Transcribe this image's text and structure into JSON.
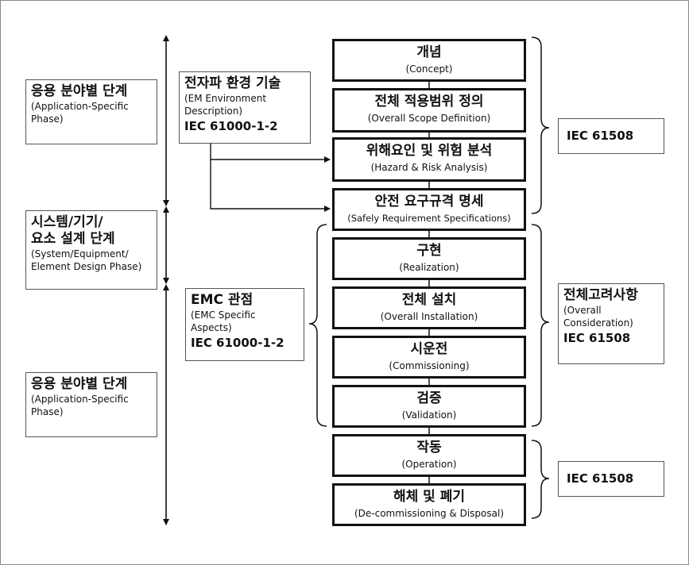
{
  "left_phases": [
    {
      "ko": "응용 분야별 단계",
      "en": [
        "(Application-Specific",
        "Phase)"
      ]
    },
    {
      "ko": [
        "시스템/기기/",
        "요소 설계 단계"
      ],
      "en": [
        "(System/Equipment/",
        "Element Design Phase)"
      ]
    },
    {
      "ko": "응용 분야별 단계",
      "en": [
        "(Application-Specific",
        "Phase)"
      ]
    }
  ],
  "em_box": {
    "ko": "전자파 환경 기술",
    "en": [
      "(EM Environment",
      "Description)"
    ],
    "std": "IEC 61000-1-2"
  },
  "emc_box": {
    "ko": "EMC 관점",
    "en": [
      "(EMC Specific",
      "Aspects)"
    ],
    "std": "IEC 61000-1-2"
  },
  "stages": [
    {
      "ko": "개념",
      "en": "(Concept)"
    },
    {
      "ko": "전체 적용범위 정의",
      "en": "(Overall Scope Definition)"
    },
    {
      "ko": "위해요인 및 위험 분석",
      "en": "(Hazard & Risk Analysis)"
    },
    {
      "ko": "안전 요구규격 명세",
      "en": "(Safely Requirement Specifications)"
    },
    {
      "ko": "구현",
      "en": "(Realization)"
    },
    {
      "ko": "전체 설치",
      "en": "(Overall Installation)"
    },
    {
      "ko": "시운전",
      "en": "(Commissioning)"
    },
    {
      "ko": "검증",
      "en": "(Validation)"
    },
    {
      "ko": "작동",
      "en": "(Operation)"
    },
    {
      "ko": "해체 및 폐기",
      "en": "(De-commissioning & Disposal)"
    }
  ],
  "right_boxes": [
    {
      "label": "IEC 61508"
    },
    {
      "ko": "전체고려사항",
      "en": [
        "(Overall",
        "Consideration)"
      ],
      "std": "IEC 61508"
    },
    {
      "label": "IEC 61508"
    }
  ]
}
